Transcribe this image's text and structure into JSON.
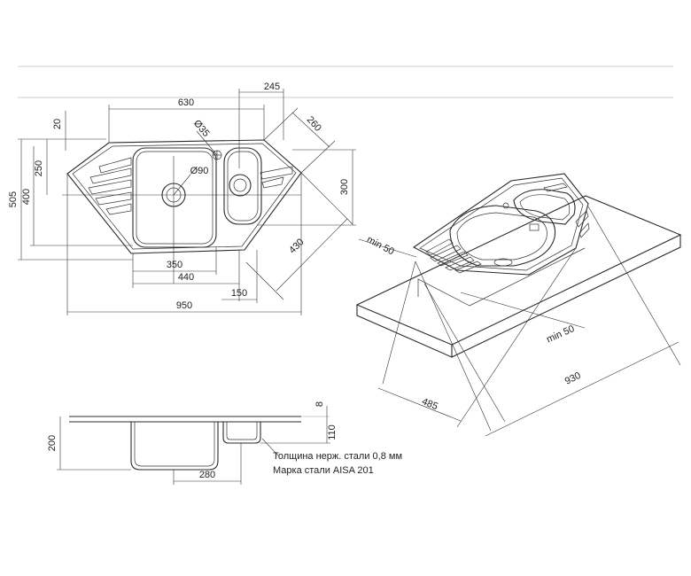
{
  "top_view": {
    "dims": {
      "w630": "630",
      "w245": "245",
      "d260": "260",
      "h20": "20",
      "dia35": "Ø35",
      "dia90": "Ø90",
      "h250": "250",
      "h400": "400",
      "h505": "505",
      "h300": "300",
      "d430": "430",
      "w350": "350",
      "w440": "440",
      "w150": "150",
      "w950": "950"
    }
  },
  "iso_view": {
    "dims": {
      "min50_a": "min 50",
      "min50_b": "min 50",
      "d485": "485",
      "d930": "930"
    }
  },
  "side_view": {
    "dims": {
      "h8": "8",
      "h110": "110",
      "h200": "200",
      "w280": "280"
    },
    "notes": {
      "thickness": "Толщина нерж. стали 0,8 мм",
      "steel": "Марка стали AISA 201"
    }
  }
}
